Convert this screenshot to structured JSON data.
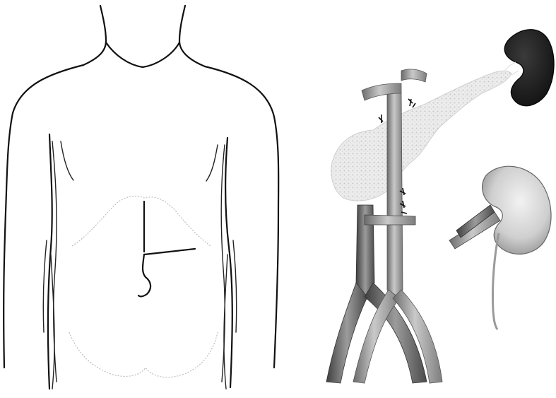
{
  "figure": {
    "background": "#ffffff",
    "line_color": "#111111",
    "vessel_color": "#9a9a9a",
    "organ_dark": "#1e1e1e",
    "organ_light": "#cfcfcf",
    "panels": [
      {
        "id": "torso",
        "icon": "body-outline-incision"
      },
      {
        "id": "anatomy",
        "icon": "aorta-pancreas-kidney-graft"
      }
    ]
  }
}
